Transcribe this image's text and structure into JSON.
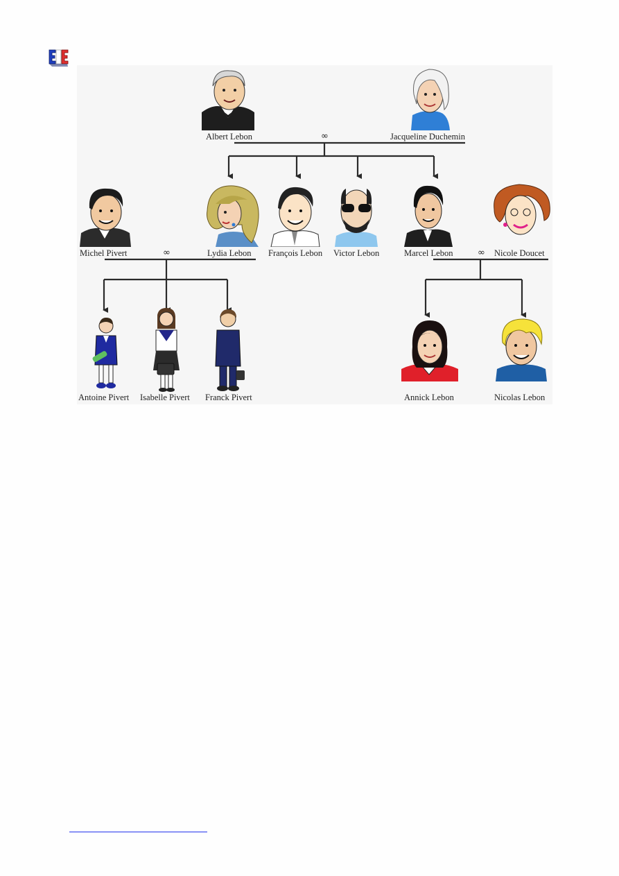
{
  "logo": {
    "icon": "french-flag-logo-icon",
    "colors": [
      "#1f3fbf",
      "#ffffff",
      "#e03030"
    ]
  },
  "tree": {
    "marriage_symbol": "∞",
    "grandparents": {
      "father": "Albert Lebon",
      "mother": "Jacqueline Duchemin"
    },
    "children": [
      "Michel Pivert",
      "Lydia Lebon",
      "François Lebon",
      "Victor Lebon",
      "Marcel Lebon",
      "Nicole Doucet"
    ],
    "grandchildren": [
      "Antoine Pivert",
      "Isabelle Pivert",
      "Franck Pivert",
      "Annick Lebon",
      "Nicolas Lebon"
    ]
  },
  "colors": {
    "line": "#2a2a2a",
    "panel": "#f6f6f6",
    "link": "#2233ee"
  }
}
